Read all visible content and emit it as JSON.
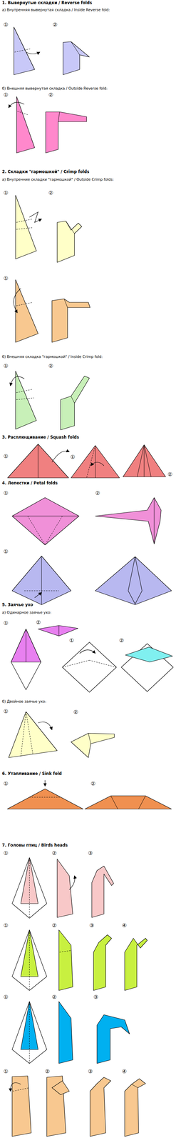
{
  "diagram": {
    "labels": [
      "1. Вывернутые складки / Reverse folds",
      "а) Внутренняя вывернутая складка / Inside Reverse fold:",
      "①",
      "②",
      "б) Внешняя вывернутая складка / Outside Reverse fold:",
      "①",
      "②",
      "2. Складки \"гармошкой\" / Crimp folds",
      "а) Внутренние складки \"гармошкой\" / Outside Crimp folds:",
      "①",
      "②",
      "①",
      "б) Внешняя складка \"гармошкой\" / Inside Crimp fold:",
      "①",
      "②",
      "3. Расплющивание / Squash folds",
      "①",
      "①",
      "②",
      "4. Лепестки / Petal folds",
      "①",
      "②",
      "①",
      "5. Заячье ухо",
      "а) Одинарное заячье ухо:",
      "①",
      "②",
      "①",
      "②",
      "б) Двойное заячье ухо:",
      "①",
      "②",
      "6. Утапливание / Sink fold",
      "①",
      "②",
      "7. Головы птиц / Birds heads",
      "①",
      "②",
      "③",
      "①",
      "②",
      "③",
      "④",
      "①",
      "②",
      "③",
      "①",
      "②",
      "③",
      "④"
    ]
  }
}
